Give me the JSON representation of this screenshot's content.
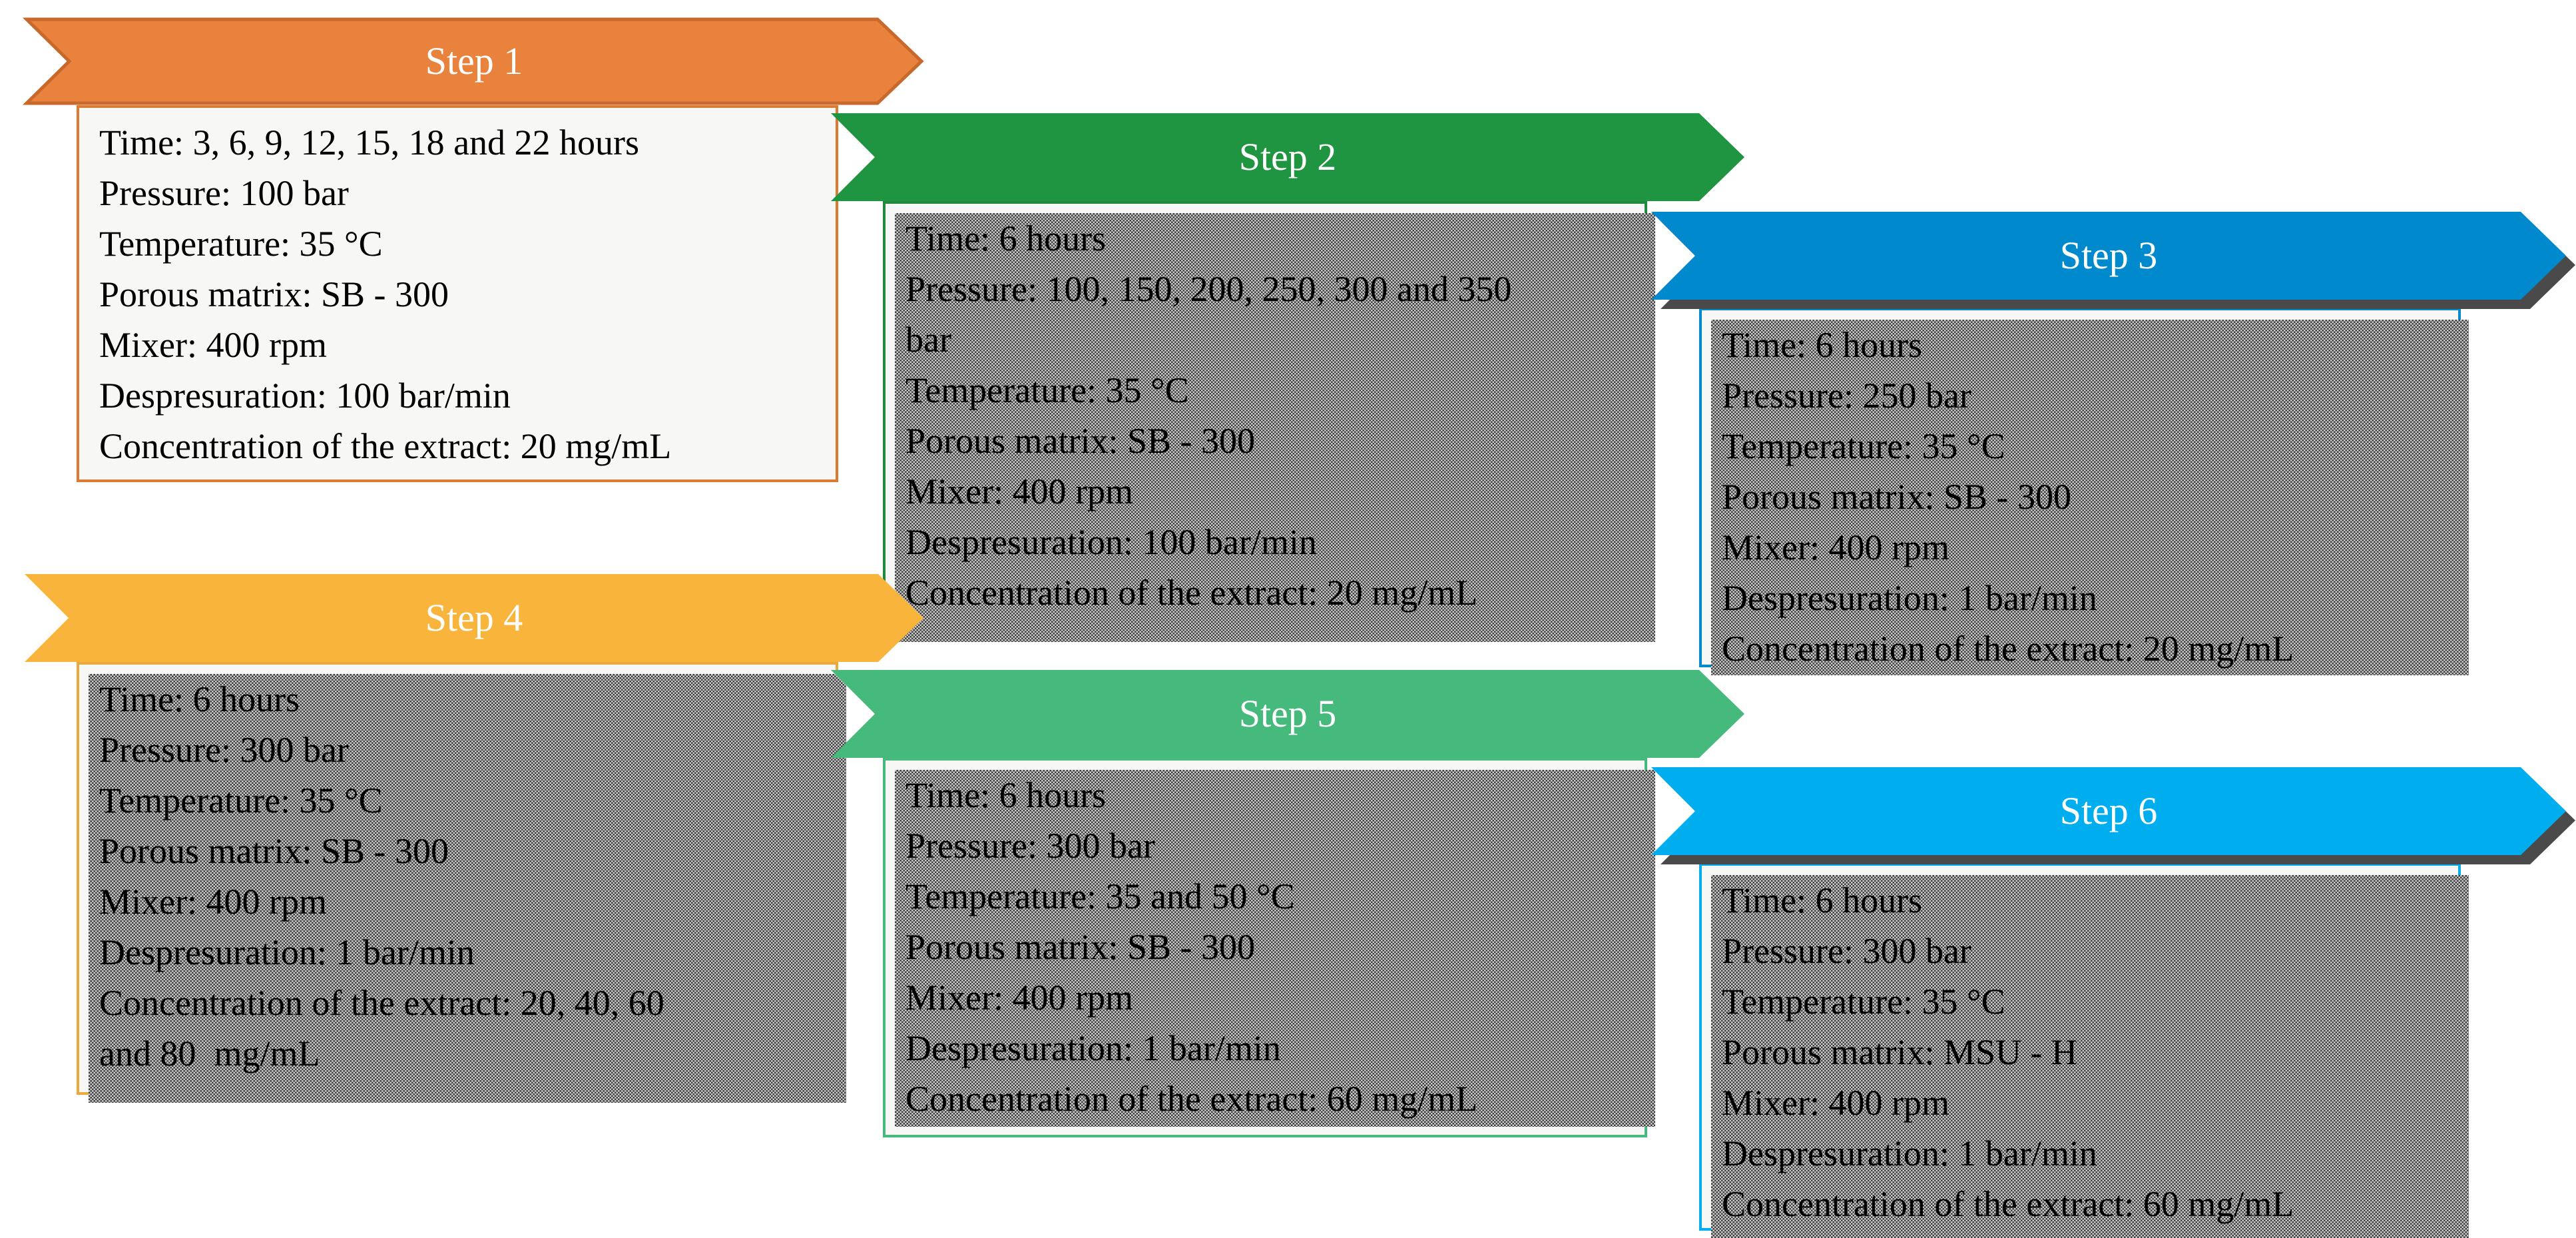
{
  "diagram": {
    "kind": "process-step-flow",
    "box_background": "#F7F7F6",
    "text_color": "#000000",
    "shadow_color": "#4A4A4A"
  },
  "steps": [
    {
      "label": "Step 1",
      "banner_color": "#E8823D",
      "banner_border": "#C8682A",
      "lines": [
        "Time: 3, 6, 9, 12, 15, 18 and 22 hours",
        "Pressure: 100 bar",
        "Temperature: 35 °C",
        "Porous matrix: SB - 300",
        "Mixer: 400 rpm",
        "Despresuration: 100 bar/min",
        "Concentration of the extract: 20 mg/mL"
      ]
    },
    {
      "label": "Step 2",
      "banner_color": "#1F9441",
      "banner_border": "#1F8A3E",
      "lines": [
        "Time: 6 hours",
        "Pressure: 100, 150, 200, 250, 300 and 350",
        "bar",
        "Temperature: 35 °C",
        "Porous matrix: SB - 300",
        "Mixer: 400 rpm",
        "Despresuration: 100 bar/min",
        "Concentration of the extract: 20 mg/mL"
      ]
    },
    {
      "label": "Step 3",
      "banner_color": "#0089CD",
      "banner_border": "#0089CD",
      "lines": [
        "Time: 6 hours",
        "Pressure: 250 bar",
        "Temperature: 35 °C",
        "Porous matrix: SB - 300",
        "Mixer: 400 rpm",
        "Despresuration: 1 bar/min",
        "Concentration of the extract: 20 mg/mL"
      ]
    },
    {
      "label": "Step 4",
      "banner_color": "#F9B43C",
      "banner_border": "#E9A93B",
      "lines": [
        "Time: 6 hours",
        "Pressure: 300 bar",
        "Temperature: 35 °C",
        "Porous matrix: SB - 300",
        "Mixer: 400 rpm",
        "Despresuration: 1 bar/min",
        "Concentration of the extract: 20, 40, 60",
        "and 80  mg/mL"
      ]
    },
    {
      "label": "Step 5",
      "banner_color": "#46B97C",
      "banner_border": "#46B97C",
      "lines": [
        "Time: 6 hours",
        "Pressure: 300 bar",
        "Temperature: 35 and 50 °C",
        "Porous matrix: SB - 300",
        "Mixer: 400 rpm",
        "Despresuration: 1 bar/min",
        "Concentration of the extract: 60 mg/mL"
      ]
    },
    {
      "label": "Step 6",
      "banner_color": "#00AEEF",
      "banner_border": "#00AEEF",
      "lines": [
        "Time: 6 hours",
        "Pressure: 300 bar",
        "Temperature: 35 °C",
        "Porous matrix: MSU - H",
        "Mixer: 400 rpm",
        "Despresuration: 1 bar/min",
        "Concentration of the extract: 60 mg/mL"
      ]
    }
  ]
}
